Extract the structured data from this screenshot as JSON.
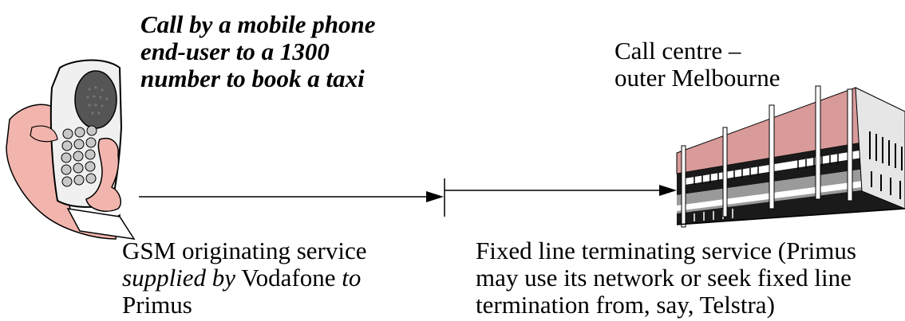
{
  "title": {
    "line1": "Call by a mobile phone",
    "line2": "end-user to a 1300",
    "line3": "number to book a taxi"
  },
  "call_centre": {
    "line1": "Call centre –",
    "line2": "outer Melbourne"
  },
  "gsm_service": {
    "line1": "GSM originating service",
    "line2_italic_a": "supplied by",
    "line2_plain": " Vodafone ",
    "line2_italic_b": "to",
    "line3": "Primus"
  },
  "fixed_service": {
    "line1": "Fixed line terminating service (Primus",
    "line2": "may use its network or seek fixed line",
    "line3": "termination from, say, Telstra)"
  }
}
